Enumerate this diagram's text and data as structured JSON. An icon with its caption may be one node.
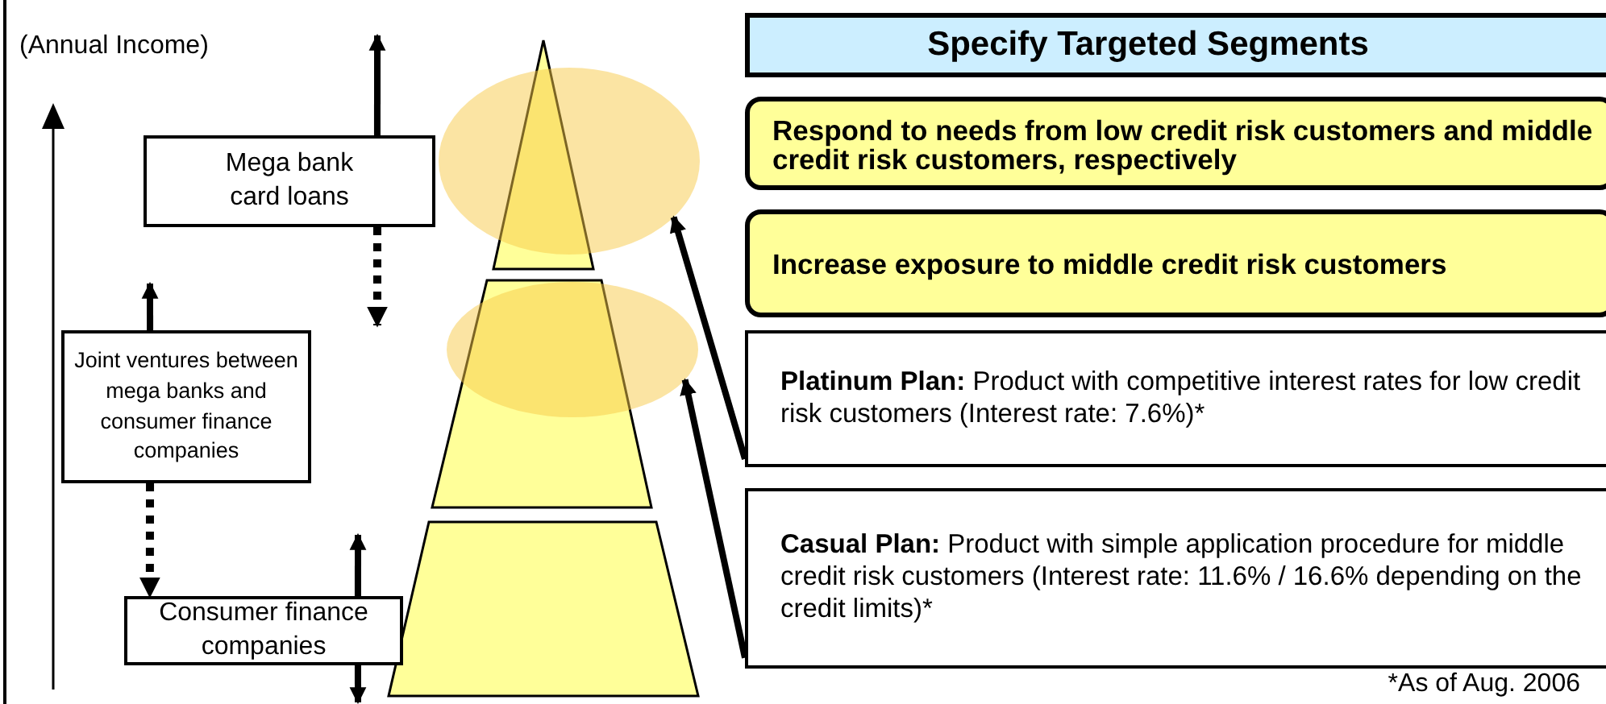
{
  "diagram": {
    "nodes": [
      {
        "text": [
          "Specify Targeted Segments"
        ]
      },
      {
        "text": [
          "Respond to needs from low credit risk customers and middle credit risk customers, respectively"
        ]
      },
      {
        "text": [
          "Increase exposure to middle credit risk customers"
        ]
      },
      {
        "text": [
          "**Platinum Plan:** Product with competitive interest rates for low credit risk customers (Interest rate: 7.6%)*"
        ]
      },
      {
        "text": [
          "**Casual Plan:** Product with simple application procedure for middle credit risk customers (Interest rate: 11.6% / 16.6% depending on the credit limits)*"
        ]
      },
      {
        "text": [
          "Mega bank card loans"
        ]
      },
      {
        "text": [
          "Joint ventures between mega banks and consumer finance companies"
        ]
      },
      {
        "text": [
          "Consumer finance companies"
        ]
      },
      {
        "text": [],
        "shape": "ellipse"
      },
      {
        "text": [],
        "shape": "ellipse"
      }
    ],
    "edges": [
      {
        "from": 3,
        "to": 8,
        "arrow": "to"
      },
      {
        "from": 4,
        "to": 9,
        "arrow": "to"
      },
      {
        "from": 5,
        "to": null,
        "arrow": "to"
      },
      {
        "from": 5,
        "to": null,
        "arrow": "to",
        "style": "dashed"
      },
      {
        "from": 6,
        "to": null,
        "arrow": "to"
      },
      {
        "from": 6,
        "to": 7,
        "arrow": "to",
        "style": "dashed"
      },
      {
        "from": 7,
        "to": null,
        "arrow": "to"
      },
      {
        "from": 7,
        "to": null,
        "arrow": "to"
      }
    ],
    "labels": [
      "(Annual Income)",
      "*As of Aug. 2006"
    ]
  }
}
